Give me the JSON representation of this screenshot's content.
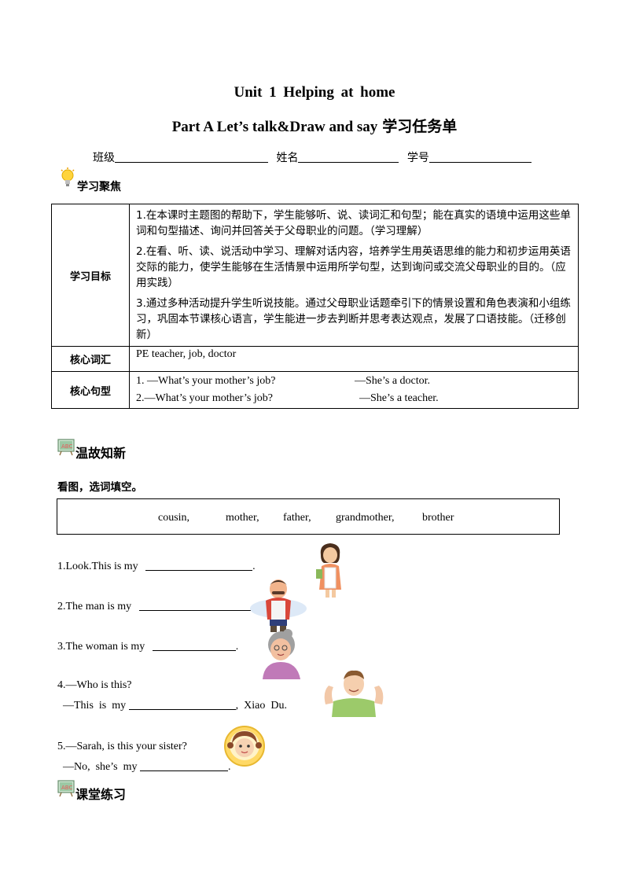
{
  "header": {
    "unit_title": "Unit  1  Helping  at  home",
    "part_title": "Part A Let’s talk&Draw and say",
    "part_title_cn": "学习任务单"
  },
  "info": {
    "class_label": "班级",
    "name_label": "姓名",
    "number_label": "学号"
  },
  "sections": {
    "focus": "学习聚焦",
    "review": "温故知新",
    "practice": "课堂练习"
  },
  "table": {
    "goals_label": "学习目标",
    "goals": [
      "1.在本课时主题图的帮助下，学生能够听、说、读词汇和句型；能在真实的语境中运用这些单词和句型描述、询问并回答关于父母职业的问题。（学习理解）",
      "2.在看、听、读、说活动中学习、理解对话内容，培养学生用英语思维的能力和初步运用英语交际的能力，使学生能够在生活情景中运用所学句型，达到询问或交流父母职业的目的。（应用实践）",
      "3.通过多种活动提升学生听说技能。通过父母职业话题牵引下的情景设置和角色表演和小组练习，巩固本节课核心语言，学生能进一步去判断并思考表达观点，发展了口语技能。（迁移创新）"
    ],
    "vocab_label": "核心词汇",
    "vocab": "PE teacher, job, doctor",
    "sentences_label": "核心句型",
    "sentences": [
      {
        "q": "1. —What’s your mother’s job?",
        "a": "—She’s a doctor."
      },
      {
        "q": "2.—What’s your mother’s job?",
        "a": "—She’s a teacher."
      }
    ]
  },
  "exercise": {
    "instruction": "看图，选词填空。",
    "words": [
      "cousin,",
      "mother,",
      "father,",
      "grandmother,",
      "brother"
    ],
    "q1": {
      "text": "1.Look.This  is  my",
      "end": "."
    },
    "q2": {
      "text": "2.The  man  is  my"
    },
    "q3": {
      "text": "3.The  woman  is  my",
      "end": "."
    },
    "q4": {
      "line1": "4.—Who  is  this?",
      "line2a": "  —This  is  my",
      "line2b": ",  Xiao  Du."
    },
    "q5": {
      "line1": "5.—Sarah,  is  this  your  sister?",
      "line2a": "  —No,  she’s  my",
      "end": "."
    }
  }
}
